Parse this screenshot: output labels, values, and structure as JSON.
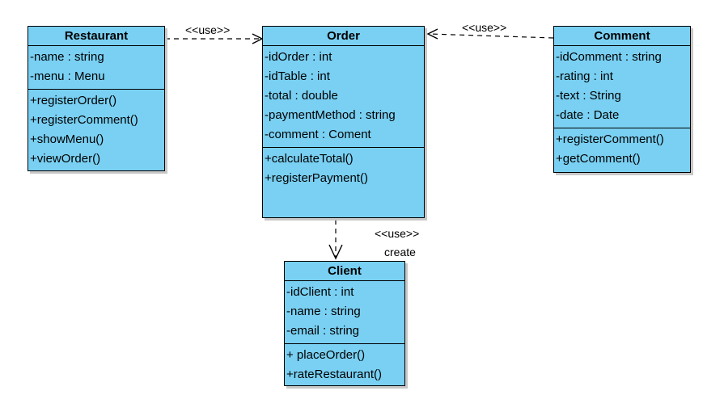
{
  "colors": {
    "class_fill": "#79d0f3",
    "border": "#000000",
    "shadow": "#c8c8c8"
  },
  "classes": {
    "restaurant": {
      "name": "Restaurant",
      "attributes": [
        "-name : string",
        "-menu : Menu"
      ],
      "operations": [
        "+registerOrder()",
        "+registerComment()",
        "+showMenu()",
        "+viewOrder()"
      ]
    },
    "order": {
      "name": "Order",
      "attributes": [
        "-idOrder : int",
        "-idTable : int",
        "-total : double",
        "-paymentMethod : string",
        "-comment : Coment"
      ],
      "operations": [
        "+calculateTotal()",
        "+registerPayment()"
      ]
    },
    "comment": {
      "name": "Comment",
      "attributes": [
        "-idComment : string",
        "-rating : int",
        "-text : String",
        "-date : Date"
      ],
      "operations": [
        "+registerComment()",
        "+getComment()"
      ]
    },
    "client": {
      "name": "Client",
      "attributes": [
        "-idClient : int",
        "-name : string",
        "-email : string"
      ],
      "operations": [
        "+ placeOrder()",
        "+rateRestaurant()"
      ]
    }
  },
  "relations": {
    "restaurant_order": {
      "stereotype": "<<use>>"
    },
    "comment_order": {
      "stereotype": "<<use>>"
    },
    "order_client": {
      "stereotype": "<<use>>",
      "name": "create"
    }
  }
}
